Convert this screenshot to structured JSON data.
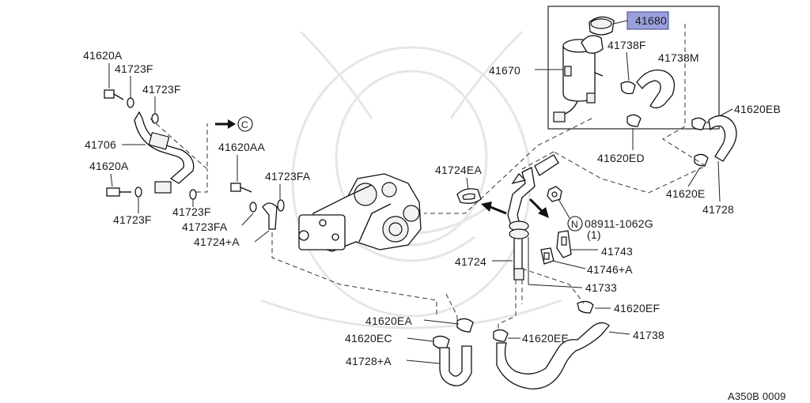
{
  "diagram": {
    "highlighted_part": "41680",
    "highlight_color": "#9aa0dc",
    "labels": {
      "p41680": "41680",
      "p41670": "41670",
      "p41738F": "41738F",
      "p41738M": "41738M",
      "p41620EB": "41620EB",
      "p41620ED": "41620ED",
      "p41620E": "41620E",
      "p41728": "41728",
      "p41620A_top": "41620A",
      "p41723F_a": "41723F",
      "p41723F_b": "41723F",
      "p41706": "41706",
      "p41620A_mid": "41620A",
      "p41723F_c": "41723F",
      "p41723F_d": "41723F",
      "p41620AA": "41620AA",
      "p41723FA_a": "41723FA",
      "p41723FA_b": "41723FA",
      "p41724A_left": "41724+A",
      "p41724EA": "41724EA",
      "p08911": "08911-1062G",
      "p08911_qty": "(1)",
      "p41743": "41743",
      "p41746A": "41746+A",
      "p41724": "41724",
      "p41733": "41733",
      "p41620EF": "41620EF",
      "p41620EA": "41620EA",
      "p41620EC": "41620EC",
      "p41620EE": "41620EE",
      "p41738": "41738",
      "p41728A": "41728+A",
      "ref_c": "C",
      "nut_symbol": "N"
    },
    "footer_code": "A350B 0009"
  }
}
